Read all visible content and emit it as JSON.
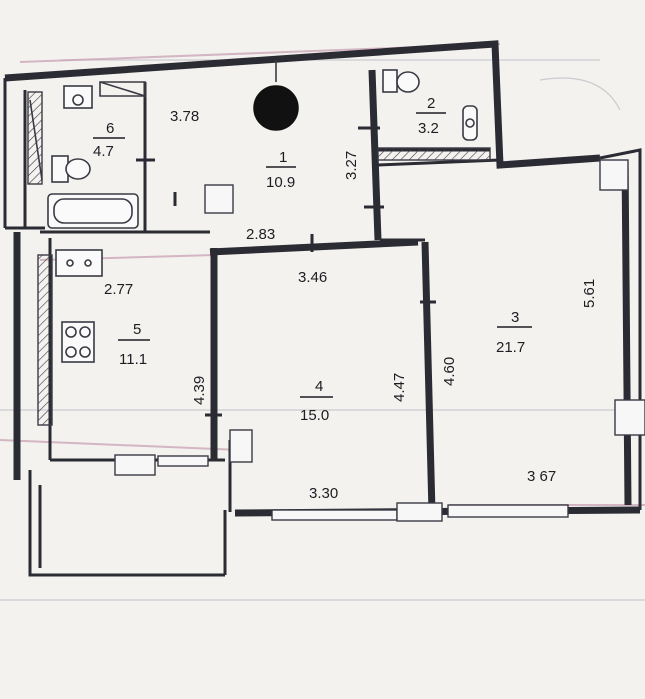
{
  "rooms": [
    {
      "number": "1",
      "area": "10.9"
    },
    {
      "number": "2",
      "area": "3.2"
    },
    {
      "number": "3",
      "area": "21.7"
    },
    {
      "number": "4",
      "area": "15.0"
    },
    {
      "number": "5",
      "area": "11.1"
    },
    {
      "number": "6",
      "area": "4.7"
    }
  ],
  "dimensions": {
    "corridor_top": "3.78",
    "corridor_height": "3.27",
    "corridor_bottom": "2.83",
    "room4_top": "3.46",
    "room4_right": "4.47",
    "room4_bottom": "3.30",
    "room3_left": "4.60",
    "room3_right": "5.61",
    "room3_bottom": "3 67",
    "kitchen_top": "2.77",
    "kitchen_right": "4.39"
  },
  "colors": {
    "walls": "#2b2b33",
    "background": "#f3f2ee"
  }
}
